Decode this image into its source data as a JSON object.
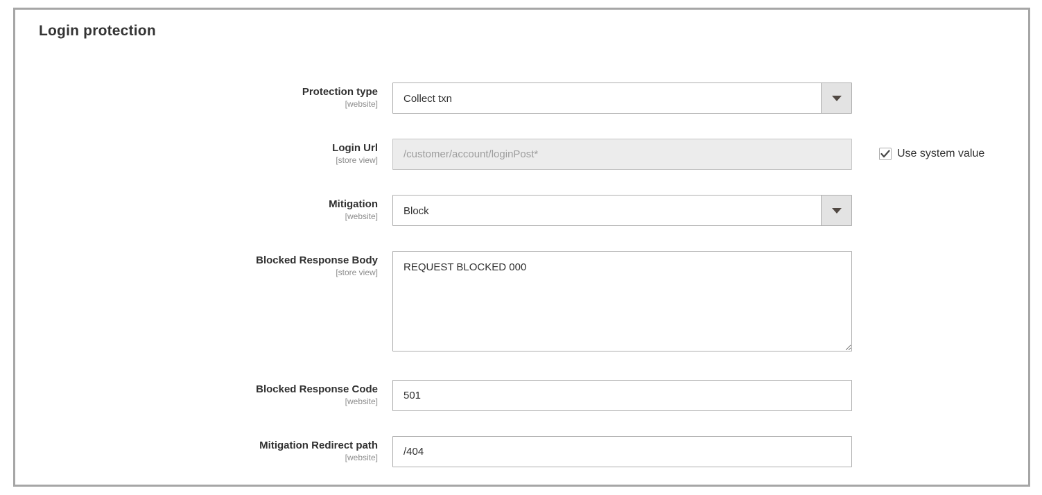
{
  "section": {
    "title": "Login protection"
  },
  "fields": {
    "protection_type": {
      "label": "Protection type",
      "scope": "[website]",
      "type": "select",
      "value": "Collect txn"
    },
    "login_url": {
      "label": "Login Url",
      "scope": "[store view]",
      "type": "text",
      "value": "/customer/account/loginPost*",
      "disabled": "true",
      "use_system_value": {
        "label": "Use system value",
        "checked": "true"
      }
    },
    "mitigation": {
      "label": "Mitigation",
      "scope": "[website]",
      "type": "select",
      "value": "Block"
    },
    "blocked_response_body": {
      "label": "Blocked Response Body",
      "scope": "[store view]",
      "type": "textarea",
      "value": "REQUEST BLOCKED 000"
    },
    "blocked_response_code": {
      "label": "Blocked Response Code",
      "scope": "[website]",
      "type": "text",
      "value": "501"
    },
    "mitigation_redirect_path": {
      "label": "Mitigation Redirect path",
      "scope": "[website]",
      "type": "text",
      "value": "/404"
    }
  },
  "colors": {
    "panel_border": "#a6a6a6",
    "field_border": "#adadad",
    "select_button_bg": "#e3e3e3",
    "caret_color": "#514943",
    "disabled_bg": "#ececec",
    "disabled_text": "#9d9d9d",
    "label_color": "#303030",
    "scope_color": "#8c8c8c",
    "title_color": "#333333"
  }
}
